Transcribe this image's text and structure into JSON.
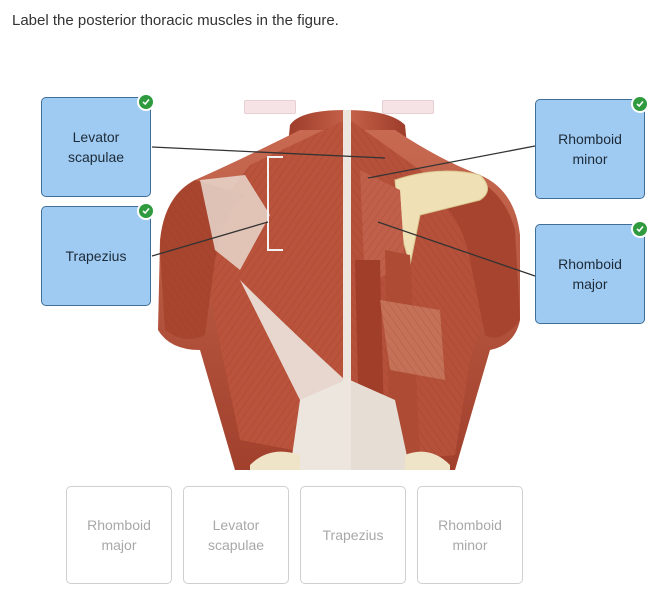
{
  "instruction": "Label the posterior thoracic muscles in the figure.",
  "placed_labels": {
    "levator_scapulae": "Levator scapulae",
    "trapezius": "Trapezius",
    "rhomboid_minor": "Rhomboid minor",
    "rhomboid_major": "Rhomboid major"
  },
  "label_status": "correct",
  "word_bank": [
    "Rhomboid major",
    "Levator scapulae",
    "Trapezius",
    "Rhomboid minor"
  ],
  "colors": {
    "label_fill": "#9fcaf2",
    "label_border": "#3f6f97",
    "check_green": "#2f9a3e",
    "bank_text": "#a8a8a8",
    "muscle": "#b24a34",
    "tendon": "#ece6df"
  },
  "icons": [
    "check-icon"
  ]
}
